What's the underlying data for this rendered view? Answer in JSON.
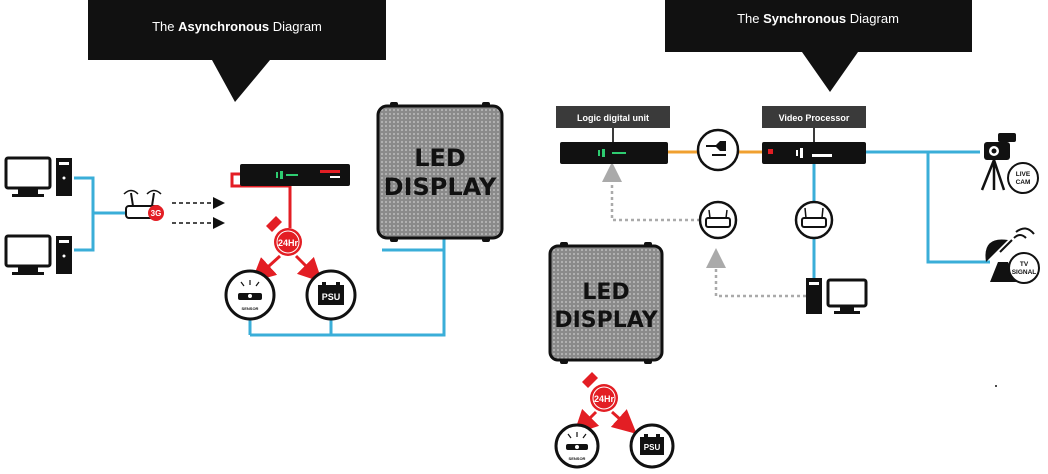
{
  "async_callout": {
    "prefix": "The ",
    "bold": "Asynchronous",
    "suffix": " Diagram"
  },
  "sync_callout": {
    "prefix": "The ",
    "bold": "Synchronous",
    "suffix": " Diagram"
  },
  "led_display": {
    "line1": "LED",
    "line2": "DISPLAY"
  },
  "timer_badge": "24Hr",
  "router_badge": "3G",
  "psu_label": "PSU",
  "sensor_label": "SENSOR",
  "logic_unit_label": "Logic digital unit",
  "video_processor_label": "Video Processor",
  "live_cam": {
    "line1": "LIVE",
    "line2": "CAM"
  },
  "tv_signal": {
    "line1": "TV",
    "line2": "SIGNAL"
  },
  "colors": {
    "cable": "#3aaed8",
    "power": "#e31e24",
    "fiber": "#f0a030",
    "dashed": "#aaaaaa",
    "callout": "#111111"
  }
}
